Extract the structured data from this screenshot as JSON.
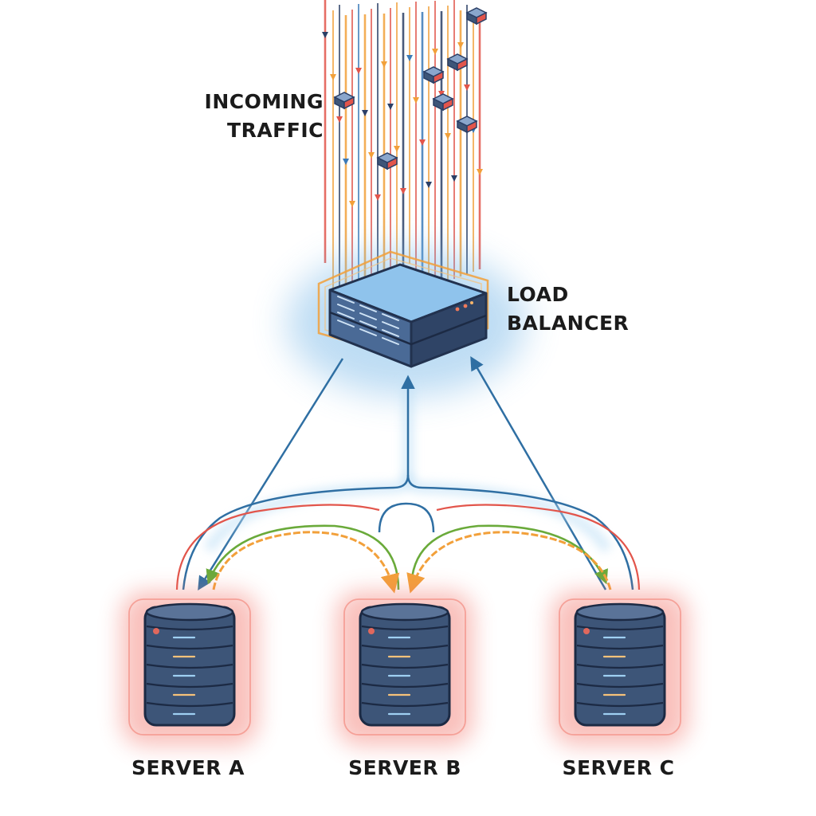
{
  "labels": {
    "incoming_line1": "INCOMING",
    "incoming_line2": "TRAFFIC",
    "load_balancer_line1": "LOAD",
    "load_balancer_line2": "BALANCER",
    "server_a": "SERVER A",
    "server_b": "SERVER B",
    "server_c": "SERVER C"
  },
  "colors": {
    "server_body": "#3d5578",
    "server_glow": "#f2746a",
    "balancer_glow": "#6fb3e6",
    "balancer_frame": "#f2a03a",
    "stream_red": "#e2554b",
    "stream_orange": "#f2a03a",
    "stream_navy": "#2b3f66",
    "stream_blue": "#3b7ab8",
    "link_blue": "#2f6fa3",
    "link_green": "#6aaa3a",
    "link_orange": "#f2a03a",
    "link_red": "#e2554b"
  }
}
